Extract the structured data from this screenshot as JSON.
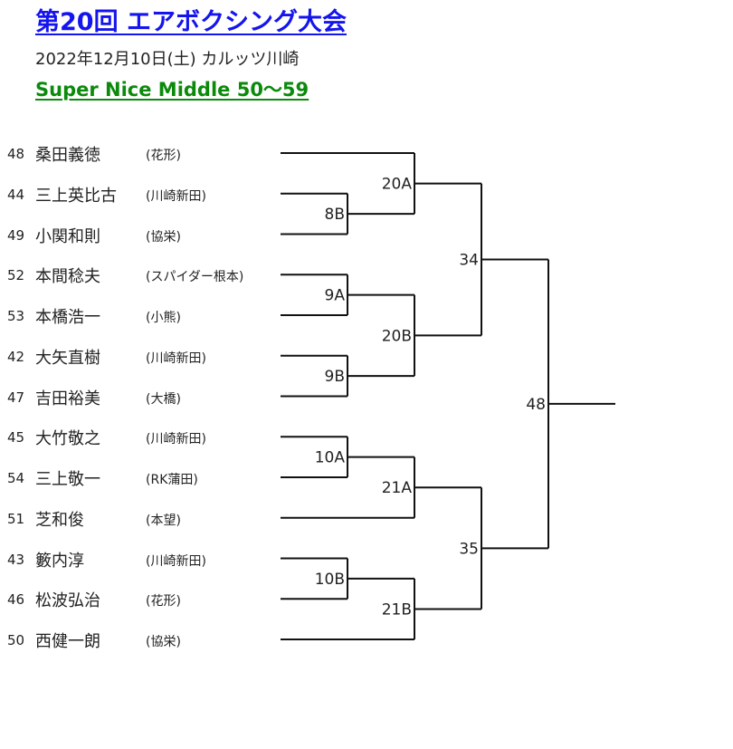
{
  "header": {
    "title": "第20回 エアボクシング大会",
    "date_venue": "2022年12月10日(土) カルッツ川崎",
    "division": "Super Nice Middle 50〜59"
  },
  "colors": {
    "title": "#1414ee",
    "division": "#0b8a0b",
    "lines": "#111111"
  },
  "players": [
    {
      "num": "48",
      "name": "桑田義徳",
      "club": "(花形)"
    },
    {
      "num": "44",
      "name": "三上英比古",
      "club": "(川崎新田)"
    },
    {
      "num": "49",
      "name": "小関和則",
      "club": "(協栄)"
    },
    {
      "num": "52",
      "name": "本間稔夫",
      "club": "(スパイダー根本)"
    },
    {
      "num": "53",
      "name": "本橋浩一",
      "club": "(小熊)"
    },
    {
      "num": "42",
      "name": "大矢直樹",
      "club": "(川崎新田)"
    },
    {
      "num": "47",
      "name": "吉田裕美",
      "club": "(大橋)"
    },
    {
      "num": "45",
      "name": "大竹敬之",
      "club": "(川崎新田)"
    },
    {
      "num": "54",
      "name": "三上敬一",
      "club": "(RK蒲田)"
    },
    {
      "num": "51",
      "name": "芝和俊",
      "club": "(本望)"
    },
    {
      "num": "43",
      "name": "籔内淳",
      "club": "(川崎新田)"
    },
    {
      "num": "46",
      "name": "松波弘治",
      "club": "(花形)"
    },
    {
      "num": "50",
      "name": "西健一朗",
      "club": "(協栄)"
    }
  ],
  "matches": [
    {
      "id": "8B",
      "round": 1,
      "top": {
        "player": 1
      },
      "bottom": {
        "player": 2
      }
    },
    {
      "id": "9A",
      "round": 1,
      "top": {
        "player": 3
      },
      "bottom": {
        "player": 4
      }
    },
    {
      "id": "9B",
      "round": 1,
      "top": {
        "player": 5
      },
      "bottom": {
        "player": 6
      }
    },
    {
      "id": "10A",
      "round": 1,
      "top": {
        "player": 7
      },
      "bottom": {
        "player": 8
      }
    },
    {
      "id": "10B",
      "round": 1,
      "top": {
        "player": 10
      },
      "bottom": {
        "player": 11
      }
    },
    {
      "id": "20A",
      "round": 2,
      "top": {
        "player": 0
      },
      "bottom": {
        "match": "8B"
      }
    },
    {
      "id": "20B",
      "round": 2,
      "top": {
        "match": "9A"
      },
      "bottom": {
        "match": "9B"
      }
    },
    {
      "id": "21A",
      "round": 2,
      "top": {
        "match": "10A"
      },
      "bottom": {
        "player": 9
      }
    },
    {
      "id": "21B",
      "round": 2,
      "top": {
        "match": "10B"
      },
      "bottom": {
        "player": 12
      }
    },
    {
      "id": "34",
      "round": 3,
      "top": {
        "match": "20A"
      },
      "bottom": {
        "match": "20B"
      }
    },
    {
      "id": "35",
      "round": 3,
      "top": {
        "match": "21A"
      },
      "bottom": {
        "match": "21B"
      }
    },
    {
      "id": "48",
      "round": 4,
      "top": {
        "match": "34"
      },
      "bottom": {
        "match": "35"
      }
    }
  ]
}
